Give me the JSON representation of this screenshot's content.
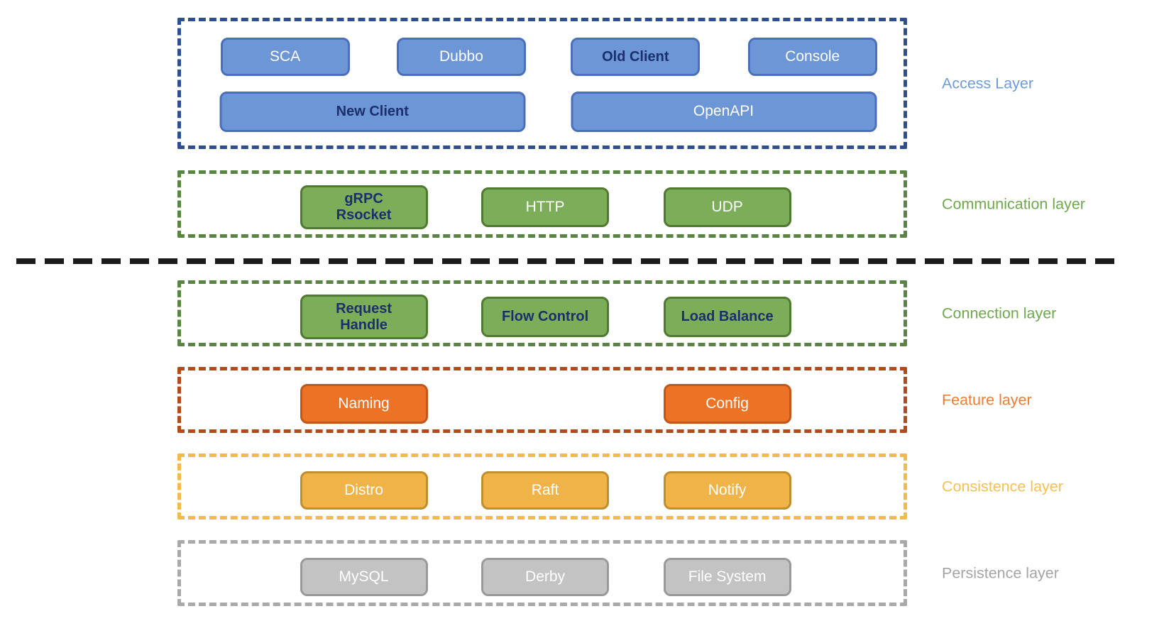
{
  "diagram_title": "layered-architecture-diagram",
  "divider": {
    "color": "#1b1b1b"
  },
  "navy_text_color": "#1b2f6e",
  "layers": [
    {
      "name": "access",
      "label": "Access Layer",
      "colors": {
        "label": "#6e9bd9",
        "border": "#2f4e8e",
        "box_bg": "#6d96d6",
        "box_border": "#4a6fbd"
      },
      "boxes": [
        {
          "label": "SCA",
          "text": "white"
        },
        {
          "label": "Dubbo",
          "text": "white"
        },
        {
          "label": "Old Client",
          "text": "navy"
        },
        {
          "label": "Console",
          "text": "white"
        },
        {
          "label": "New Client",
          "text": "navy"
        },
        {
          "label": "OpenAPI",
          "text": "white"
        }
      ]
    },
    {
      "name": "communication",
      "label": "Communication layer",
      "colors": {
        "label": "#70a84f",
        "border": "#5a8444",
        "box_bg": "#7cad58",
        "box_border": "#507a30"
      },
      "boxes": [
        {
          "label": "gRPC\nRsocket",
          "text": "navy"
        },
        {
          "label": "HTTP",
          "text": "white"
        },
        {
          "label": "UDP",
          "text": "white"
        }
      ]
    },
    {
      "name": "connection",
      "label": "Connection layer",
      "colors": {
        "label": "#70a84f",
        "border": "#5a8444",
        "box_bg": "#7cad58",
        "box_border": "#507a30"
      },
      "boxes": [
        {
          "label": "Request\nHandle",
          "text": "navy"
        },
        {
          "label": "Flow Control",
          "text": "navy"
        },
        {
          "label": "Load Balance",
          "text": "navy"
        }
      ]
    },
    {
      "name": "feature",
      "label": "Feature layer",
      "colors": {
        "label": "#ee7c33",
        "border": "#b04b1e",
        "box_bg": "#ec7326",
        "box_border": "#c2561b"
      },
      "boxes": [
        {
          "label": "Naming",
          "text": "white"
        },
        {
          "label": "Config",
          "text": "white"
        }
      ]
    },
    {
      "name": "consistence",
      "label": "Consistence layer",
      "colors": {
        "label": "#f5c153",
        "border": "#f2b94c",
        "box_bg": "#f0b347",
        "box_border": "#bf8e2e"
      },
      "boxes": [
        {
          "label": "Distro",
          "text": "white"
        },
        {
          "label": "Raft",
          "text": "white"
        },
        {
          "label": "Notify",
          "text": "white"
        }
      ]
    },
    {
      "name": "persistence",
      "label": "Persistence layer",
      "colors": {
        "label": "#a5a5a5",
        "border": "#a9a9a9",
        "box_bg": "#c3c3c3",
        "box_border": "#9a9a9a"
      },
      "boxes": [
        {
          "label": "MySQL",
          "text": "white"
        },
        {
          "label": "Derby",
          "text": "white"
        },
        {
          "label": "File System",
          "text": "white"
        }
      ]
    }
  ]
}
